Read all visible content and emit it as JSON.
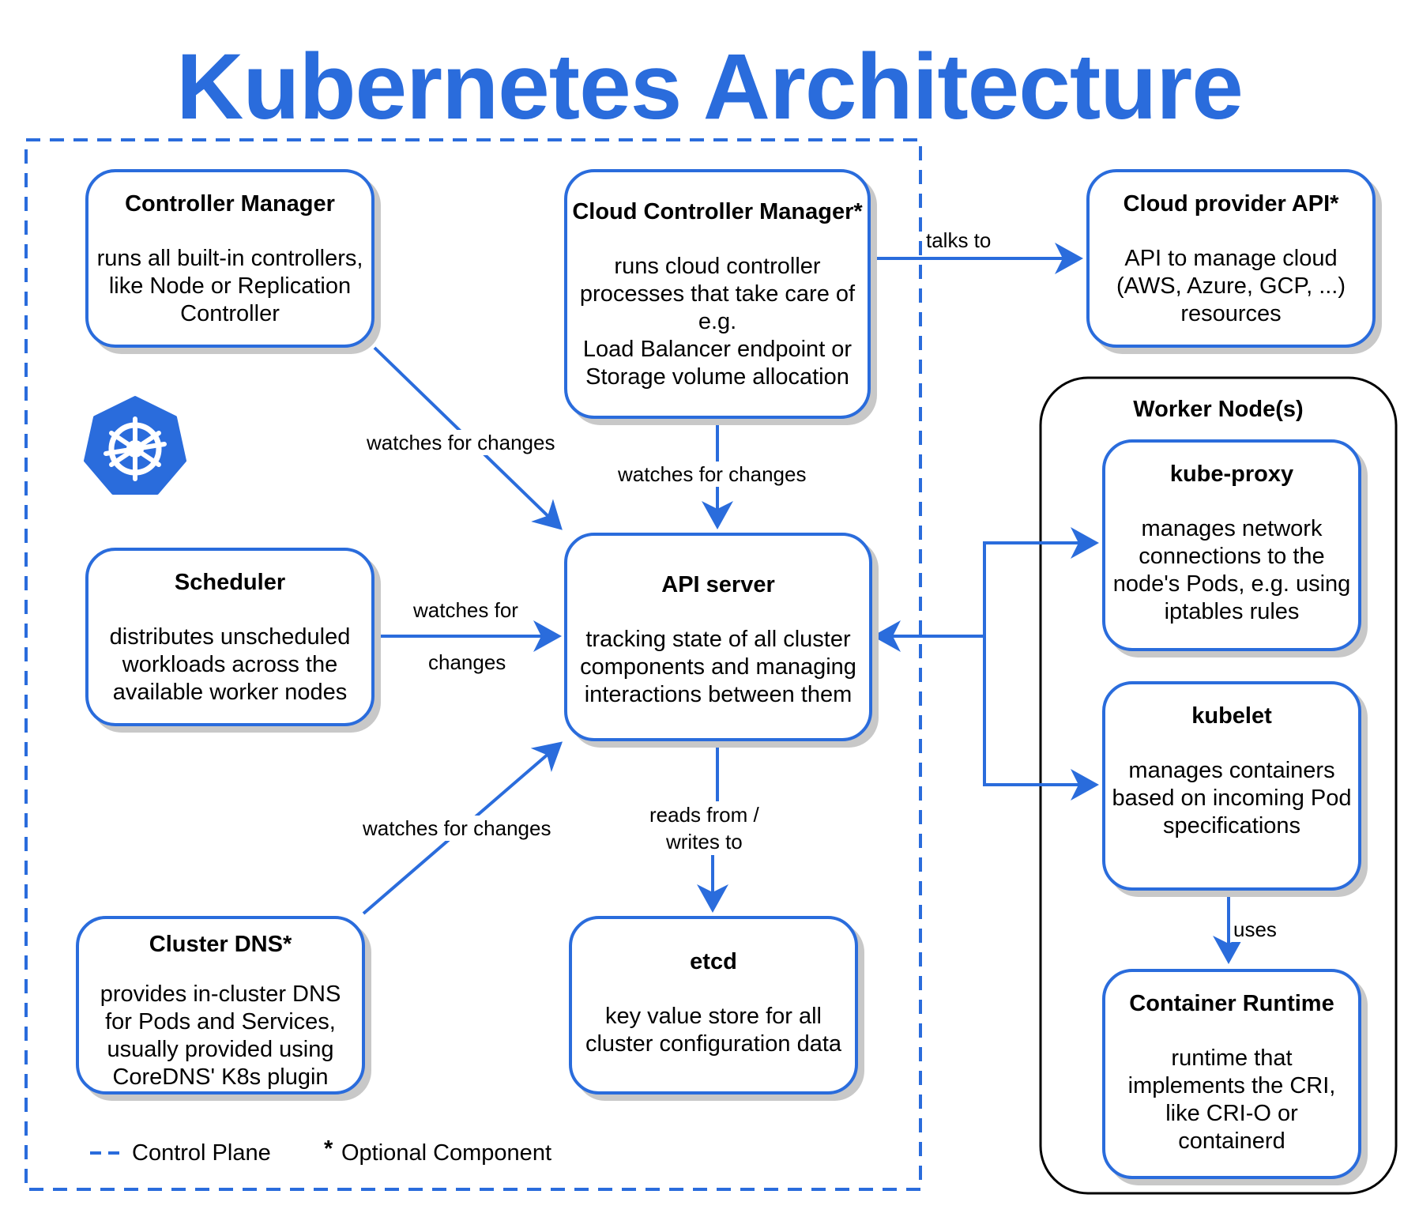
{
  "title": "Kubernetes Architecture",
  "colors": {
    "accent": "#2a6cdc",
    "shadow": "#c8c8c8",
    "worker_border": "#000000"
  },
  "icons": {
    "logo": "kubernetes-helm-logo-icon"
  },
  "components": {
    "controller_manager": {
      "title": "Controller Manager",
      "desc": "runs all built-in controllers,\nlike Node or Replication\nController"
    },
    "cloud_controller_manager": {
      "title": "Cloud Controller Manager*",
      "desc": "runs cloud controller\nprocesses that take care of\ne.g.\nLoad Balancer endpoint or\nStorage volume allocation"
    },
    "cloud_provider_api": {
      "title": "Cloud provider API*",
      "desc": "API to manage cloud\n(AWS, Azure, GCP, ...)\nresources"
    },
    "scheduler": {
      "title": "Scheduler",
      "desc": "distributes unscheduled\nworkloads across the\navailable worker nodes"
    },
    "api_server": {
      "title": "API server",
      "desc": "tracking state of all cluster\ncomponents and managing\ninteractions between them"
    },
    "cluster_dns": {
      "title": "Cluster DNS*",
      "desc": "provides in-cluster DNS\nfor Pods and Services,\nusually provided using\nCoreDNS' K8s plugin"
    },
    "etcd": {
      "title": "etcd",
      "desc": "key value store for all\ncluster configuration data"
    },
    "kube_proxy": {
      "title": "kube-proxy",
      "desc": "manages network\nconnections to the\nnode's Pods, e.g. using\niptables rules"
    },
    "kubelet": {
      "title": "kubelet",
      "desc": "manages containers\nbased on incoming Pod\nspecifications"
    },
    "container_runtime": {
      "title": "Container Runtime",
      "desc": "runtime that\nimplements the CRI,\nlike CRI-O or\ncontainerd"
    }
  },
  "worker_node": {
    "title": "Worker Node(s)"
  },
  "edges": {
    "cm_to_api": "watches for changes",
    "ccm_to_api": "watches for changes",
    "ccm_to_cloud": "talks to",
    "scheduler_to_api_1": "watches for",
    "scheduler_to_api_2": "changes",
    "dns_to_api": "watches for changes",
    "api_to_etcd": "reads from /\nwrites to",
    "kubelet_to_runtime": "uses"
  },
  "legend": {
    "control_plane": "Control Plane",
    "optional_marker": "*",
    "optional": "Optional Component"
  }
}
